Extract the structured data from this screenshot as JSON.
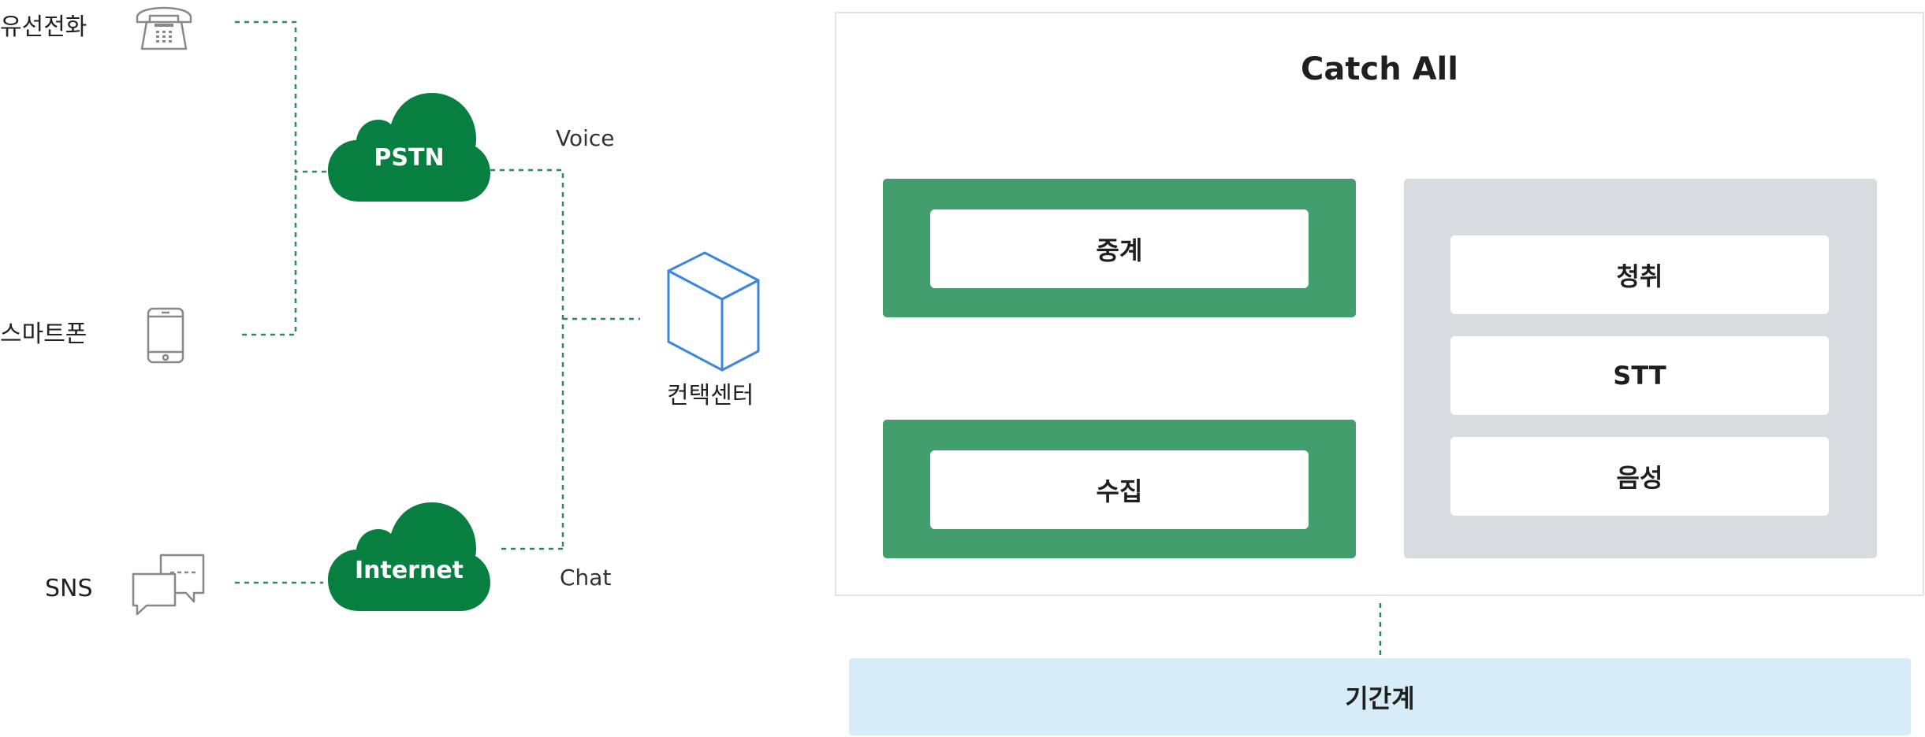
{
  "sources": {
    "landline": "유선전화",
    "smartphone": "스마트폰",
    "sns": "SNS"
  },
  "clouds": {
    "pstn": "PSTN",
    "internet": "Internet"
  },
  "links": {
    "voice": "Voice",
    "chat": "Chat"
  },
  "contact_center": "컨택센터",
  "catch_all": {
    "title": "Catch All",
    "relay": "중계",
    "collect": "수집",
    "modules": [
      "청취",
      "STT",
      "음성"
    ]
  },
  "backbone": "기간계",
  "colors": {
    "cloud_green": "#077f41",
    "box_green": "#429e6d",
    "module_grey": "#d8dcdf",
    "backbone_blue": "#d6edf9",
    "line_green": "#2e8b57",
    "cube_blue": "#3b86e0",
    "icon_grey": "#888888"
  }
}
